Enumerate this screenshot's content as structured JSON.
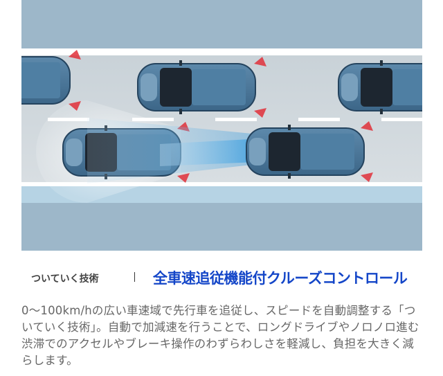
{
  "feature": {
    "subtitle": "ついていく技術",
    "title": "全車速追従機能付クルーズコントロール",
    "description": "0〜100km/hの広い車速域で先行車を追従し、スピードを自動調整する「ついていく技術」。自動で加減速を行うことで、ロングドライブやノロノロ進む渋滞でのアクセルやブレーキ操作のわずらわしさを軽減し、負担を大きく減らします。"
  },
  "colors": {
    "title": "#1446c8",
    "sky_band": "#9db7c9",
    "car_body": "#4a7496",
    "radar_beam": "#1a8fd6",
    "sensor": "#e0303a"
  }
}
